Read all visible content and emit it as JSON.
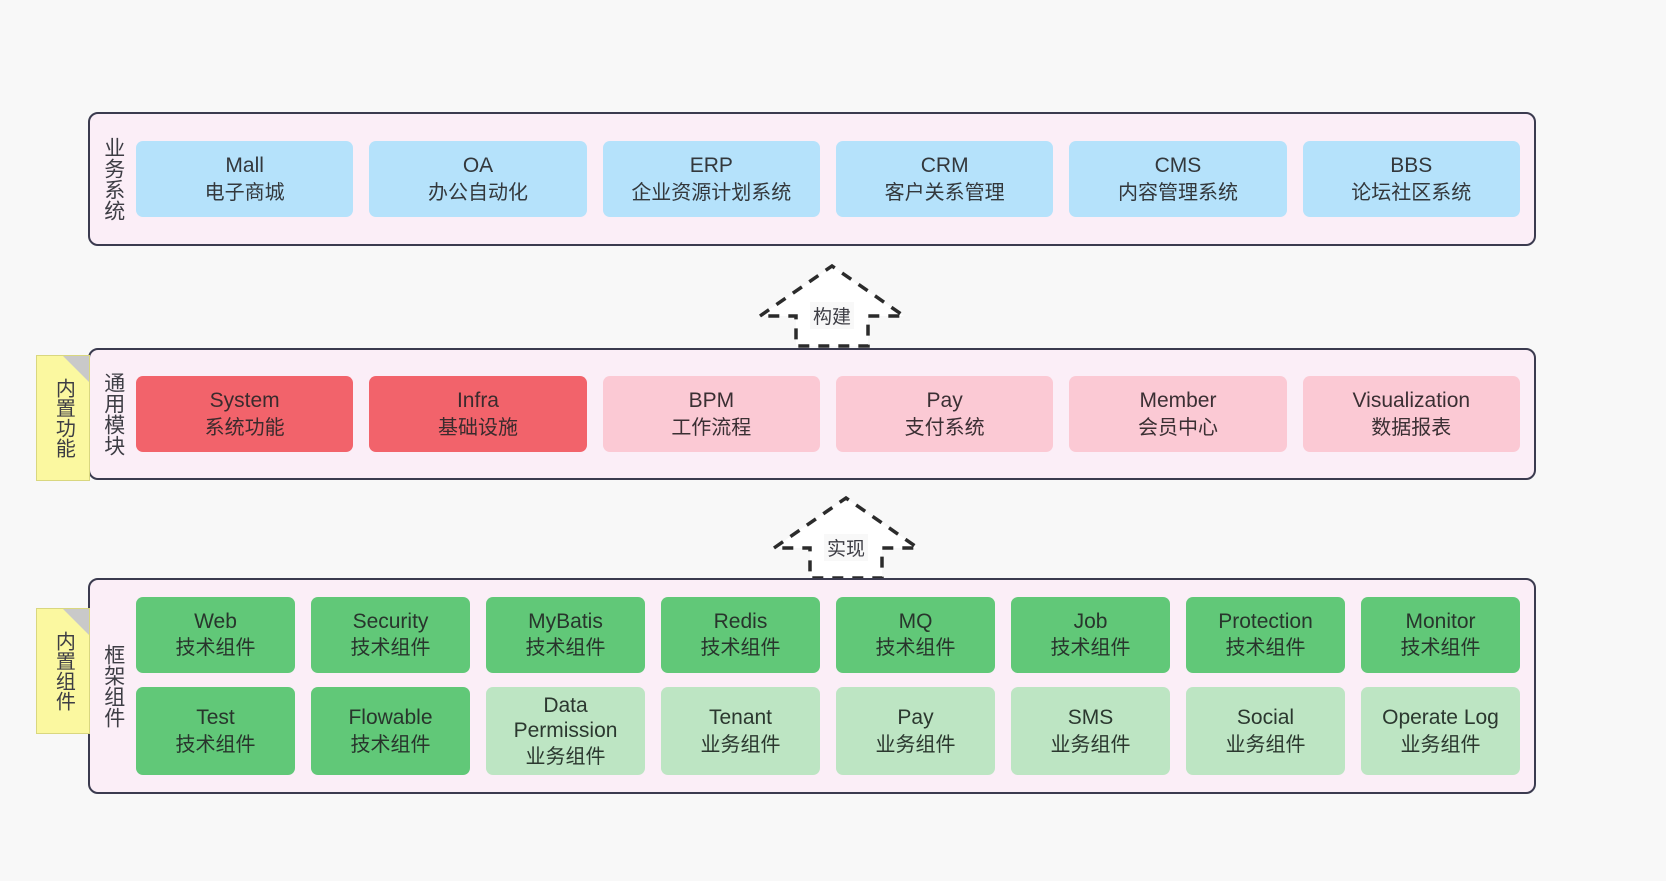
{
  "diagram": {
    "background_color": "#f8f8f8",
    "layer_fill": "#fbeef7",
    "layer_border": "#3b3b4f"
  },
  "layers": {
    "business": {
      "label": "业务系统",
      "items": [
        {
          "title": "Mall",
          "sub": "电子商城",
          "style": "blue"
        },
        {
          "title": "OA",
          "sub": "办公自动化",
          "style": "blue"
        },
        {
          "title": "ERP",
          "sub": "企业资源计划系统",
          "style": "blue"
        },
        {
          "title": "CRM",
          "sub": "客户关系管理",
          "style": "blue"
        },
        {
          "title": "CMS",
          "sub": "内容管理系统",
          "style": "blue"
        },
        {
          "title": "BBS",
          "sub": "论坛社区系统",
          "style": "blue"
        }
      ]
    },
    "common": {
      "label": "通用模块",
      "note": "内置功能",
      "items": [
        {
          "title": "System",
          "sub": "系统功能",
          "style": "red"
        },
        {
          "title": "Infra",
          "sub": "基础设施",
          "style": "red"
        },
        {
          "title": "BPM",
          "sub": "工作流程",
          "style": "pink"
        },
        {
          "title": "Pay",
          "sub": "支付系统",
          "style": "pink"
        },
        {
          "title": "Member",
          "sub": "会员中心",
          "style": "pink"
        },
        {
          "title": "Visualization",
          "sub": "数据报表",
          "style": "pink"
        }
      ]
    },
    "framework": {
      "label": "框架组件",
      "note": "内置组件",
      "row1": [
        {
          "title": "Web",
          "sub": "技术组件",
          "style": "green"
        },
        {
          "title": "Security",
          "sub": "技术组件",
          "style": "green"
        },
        {
          "title": "MyBatis",
          "sub": "技术组件",
          "style": "green"
        },
        {
          "title": "Redis",
          "sub": "技术组件",
          "style": "green"
        },
        {
          "title": "MQ",
          "sub": "技术组件",
          "style": "green"
        },
        {
          "title": "Job",
          "sub": "技术组件",
          "style": "green"
        },
        {
          "title": "Protection",
          "sub": "技术组件",
          "style": "green"
        },
        {
          "title": "Monitor",
          "sub": "技术组件",
          "style": "green"
        }
      ],
      "row2": [
        {
          "title": "Test",
          "sub": "技术组件",
          "style": "green"
        },
        {
          "title": "Flowable",
          "sub": "技术组件",
          "style": "green"
        },
        {
          "title": "Data Permission",
          "sub": "业务组件",
          "style": "lightgreen",
          "wrap": true
        },
        {
          "title": "Tenant",
          "sub": "业务组件",
          "style": "lightgreen"
        },
        {
          "title": "Pay",
          "sub": "业务组件",
          "style": "lightgreen"
        },
        {
          "title": "SMS",
          "sub": "业务组件",
          "style": "lightgreen"
        },
        {
          "title": "Social",
          "sub": "业务组件",
          "style": "lightgreen"
        },
        {
          "title": "Operate Log",
          "sub": "业务组件",
          "style": "lightgreen"
        }
      ]
    }
  },
  "connectors": [
    {
      "label": "构建",
      "name": "connector-build"
    },
    {
      "label": "实现",
      "name": "connector-implement"
    }
  ]
}
